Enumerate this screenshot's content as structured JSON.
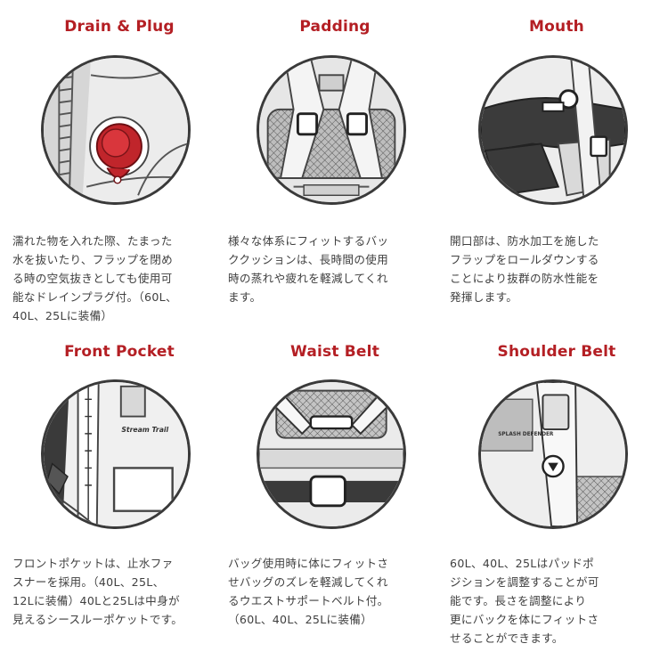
{
  "features": [
    {
      "title": "Drain & Plug",
      "illustration": "drain-plug-icon",
      "description": "濡れた物を入れた際、たまった\n水を抜いたり、フラップを閉め\nる時の空気抜きとしても使用可\n能なドレインプラグ付。（60L、\n40L、25Lに装備）"
    },
    {
      "title": "Padding",
      "illustration": "back-padding-icon",
      "description": "様々な体系にフィットするバッ\nククッションは、長時間の使用\n時の蒸れや疲れを軽減してくれ\nます。"
    },
    {
      "title": "Mouth",
      "illustration": "roll-top-mouth-icon",
      "description": "開口部は、防水加工を施した\nフラップをロールダウンする\nことにより抜群の防水性能を\n発揮します。"
    },
    {
      "title": "Front Pocket",
      "illustration": "front-pocket-icon",
      "brand_mark": "Stream Trail",
      "description": "フロントポケットは、止水ファ\nスナーを採用。（40L、25L、\n12Lに装備）40Lと25Lは中身が\n見えるシースルーポケットです。"
    },
    {
      "title": "Waist Belt",
      "illustration": "waist-belt-icon",
      "description": "バッグ使用時に体にフィットさ\nせバッグのズレを軽減してくれ\nるウエストサポートベルト付。\n（60L、40L、25Lに装備）"
    },
    {
      "title": "Shoulder Belt",
      "illustration": "shoulder-belt-icon",
      "brand_mark": "SPLASH DEFENDER",
      "description": "60L、40L、25Lはパッドポ\nジションを調整することが可\n能です。長さを調整により\n更にバックを体にフィットさ\nせることができます。"
    }
  ],
  "colors": {
    "title": "#b41f24",
    "plug": "#c0252b",
    "outline": "#3a3a3a",
    "text": "#404040"
  }
}
